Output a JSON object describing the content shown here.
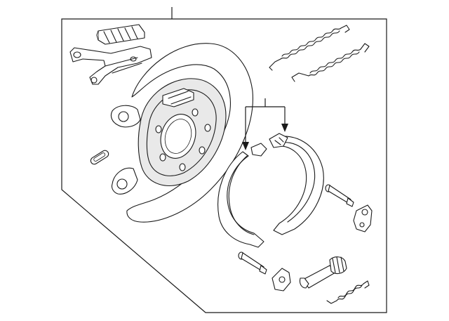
{
  "diagram": {
    "parts": [
      {
        "name": "backing-plate"
      },
      {
        "name": "dust-shield"
      },
      {
        "name": "adjuster-plate"
      },
      {
        "name": "lever-bracket"
      },
      {
        "name": "spring-lower"
      },
      {
        "name": "spring-upper"
      },
      {
        "name": "brake-shoe-front"
      },
      {
        "name": "brake-shoe-rear"
      },
      {
        "name": "hold-down-pin-upper"
      },
      {
        "name": "hold-down-clip-upper"
      },
      {
        "name": "hold-down-pin-lower"
      },
      {
        "name": "hold-down-clip-lower"
      },
      {
        "name": "adjuster-screw"
      },
      {
        "name": "adjuster-spring"
      },
      {
        "name": "slot-grommet"
      }
    ]
  }
}
